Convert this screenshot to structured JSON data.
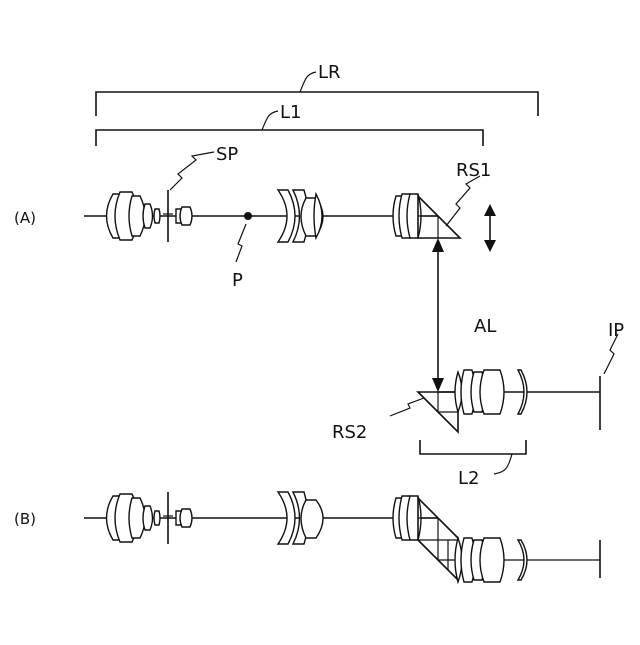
{
  "labels": {
    "LR": "LR",
    "L1": "L1",
    "SP": "SP",
    "RS1": "RS1",
    "P": "P",
    "AL": "AL",
    "IP": "IP",
    "RS2": "RS2",
    "L2": "L2",
    "panel_a": "(A)",
    "panel_b": "(B)"
  },
  "colors": {
    "line": "#111111",
    "background": "#ffffff"
  }
}
